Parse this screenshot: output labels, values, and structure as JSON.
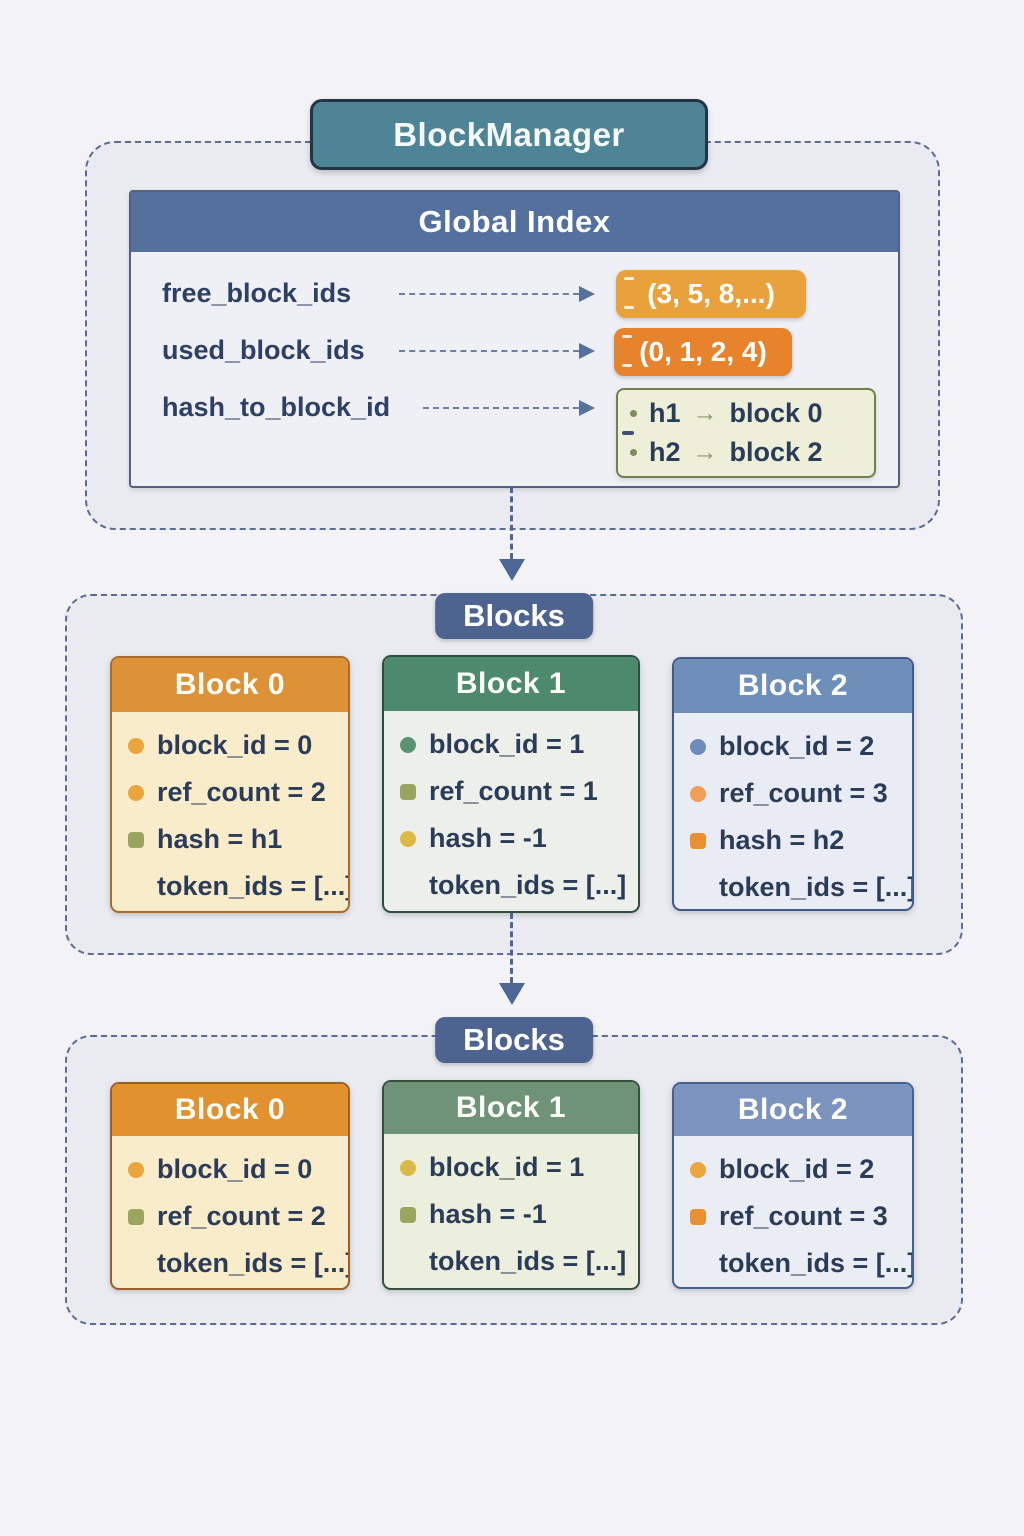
{
  "title_box": {
    "label": "BlockManager"
  },
  "global_index": {
    "header": "Global Index",
    "rows": [
      {
        "label": "free_block_ids",
        "value": "(3, 5, 8,...)"
      },
      {
        "label": "used_block_ids",
        "value": "(0, 1, 2, 4)"
      },
      {
        "label": "hash_to_block_id"
      }
    ],
    "hash_map": {
      "entries": [
        {
          "key": "h1",
          "arrow": "→",
          "target": "block 0"
        },
        {
          "key": "h2",
          "arrow": "→",
          "target": "block 2"
        }
      ]
    }
  },
  "sections": [
    {
      "label": "Blocks",
      "blocks": [
        {
          "title": "Block 0",
          "fields": [
            {
              "text": "block_id = 0"
            },
            {
              "text": "ref_count = 2"
            },
            {
              "text": "hash = h1"
            },
            {
              "text": "token_ids = [...]"
            }
          ]
        },
        {
          "title": "Block 1",
          "fields": [
            {
              "text": "block_id = 1"
            },
            {
              "text": "ref_count = 1"
            },
            {
              "text": "hash = -1"
            },
            {
              "text": "token_ids = [...]"
            }
          ]
        },
        {
          "title": "Block 2",
          "fields": [
            {
              "text": "block_id = 2"
            },
            {
              "text": "ref_count = 3"
            },
            {
              "text": "hash = h2"
            },
            {
              "text": "token_ids = [...]"
            }
          ]
        }
      ]
    },
    {
      "label": "Blocks",
      "blocks": [
        {
          "title": "Block 0",
          "fields": [
            {
              "text": "block_id = 0"
            },
            {
              "text": "ref_count = 2"
            },
            {
              "text": "token_ids = [...]"
            }
          ]
        },
        {
          "title": "Block 1",
          "fields": [
            {
              "text": "block_id = 1"
            },
            {
              "text": "hash = -1"
            },
            {
              "text": "token_ids = [...]"
            }
          ]
        },
        {
          "title": "Block 2",
          "fields": [
            {
              "text": "block_id = 2"
            },
            {
              "text": "ref_count = 3"
            },
            {
              "text": "token_ids = [...]"
            }
          ]
        }
      ]
    }
  ],
  "colors": {
    "page_background": "#f2f2f7",
    "section_fill": "#e9ebf1",
    "section_border": "#5b6d92",
    "blockmanager_fill": "#4e8596",
    "global_index_header": "#54719e",
    "blocks_label_fill": "#4d6491",
    "free_ids_box": "#e9a23b",
    "used_ids_box": "#e8832d",
    "hash_box_fill": "#edefd8",
    "hash_box_border": "#72804f",
    "arrow": "#4c6793",
    "text_navy": "#2b3c58",
    "block0_header": "#dd9238",
    "block1_header": "#4d8a6c",
    "block2_header": "#6e8fba"
  }
}
